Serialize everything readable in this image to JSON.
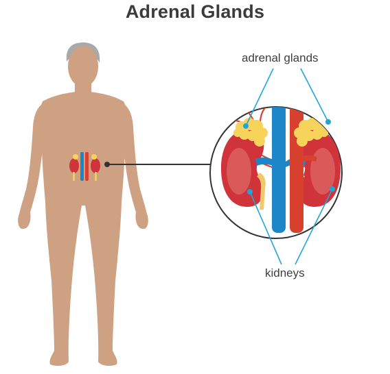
{
  "title": "Adrenal Glands",
  "labels": {
    "adrenal_glands": "adrenal glands",
    "kidneys": "kidneys"
  },
  "colors": {
    "skin": "#cfa183",
    "hair": "#a9a9a9",
    "kidney": "#d0343a",
    "kidney_inner": "#e27a74",
    "adrenal": "#f6d45c",
    "vena_cava": "#1c86c9",
    "aorta": "#d8412e",
    "ureter": "#f2c96a",
    "callout": "#1fa5d8",
    "connector": "#333333"
  }
}
